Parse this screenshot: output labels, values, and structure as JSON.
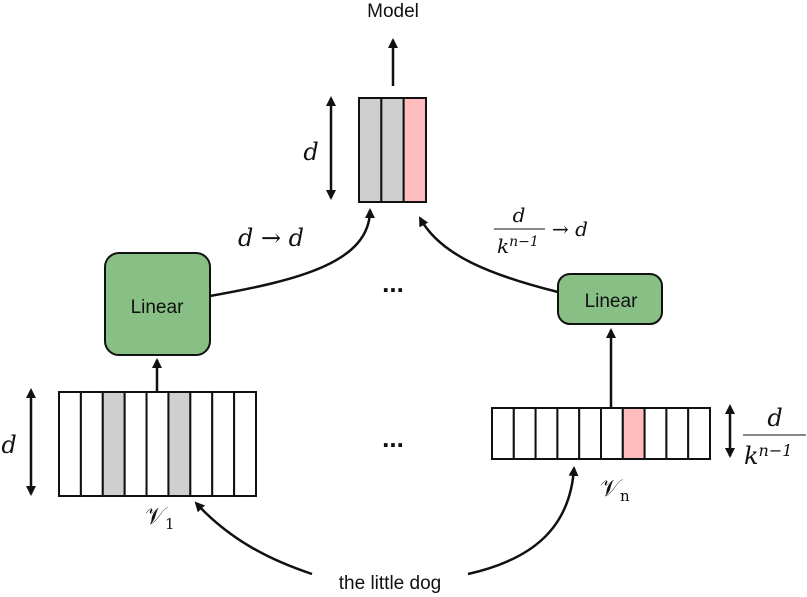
{
  "title": "Model",
  "input_text": "the little dog",
  "ellipsis": "...",
  "colors": {
    "linear_fill": "#88bf84",
    "grey_cell": "#cfcfcf",
    "pink_cell": "#ffbcbc",
    "stroke": "#111111"
  },
  "model_vector": {
    "label": "d",
    "cells": [
      "grey",
      "grey",
      "pink"
    ]
  },
  "left_branch": {
    "linear_label": "Linear",
    "transform_label": "d → d",
    "vocab_label": "𝒱",
    "vocab_subscript": "1",
    "size_label": "d",
    "cells": [
      "white",
      "white",
      "grey",
      "white",
      "white",
      "grey",
      "white",
      "white",
      "white"
    ]
  },
  "right_branch": {
    "linear_label": "Linear",
    "transform_numerator": "d",
    "transform_denominator_base": "k",
    "transform_denominator_exp": "n−1",
    "transform_arrow": "→ d",
    "vocab_label": "𝒱",
    "vocab_subscript": "n",
    "size_numerator": "d",
    "size_denominator_base": "k",
    "size_denominator_exp": "n−1",
    "cells": [
      "white",
      "white",
      "white",
      "white",
      "white",
      "white",
      "pink",
      "white",
      "white",
      "white"
    ]
  }
}
